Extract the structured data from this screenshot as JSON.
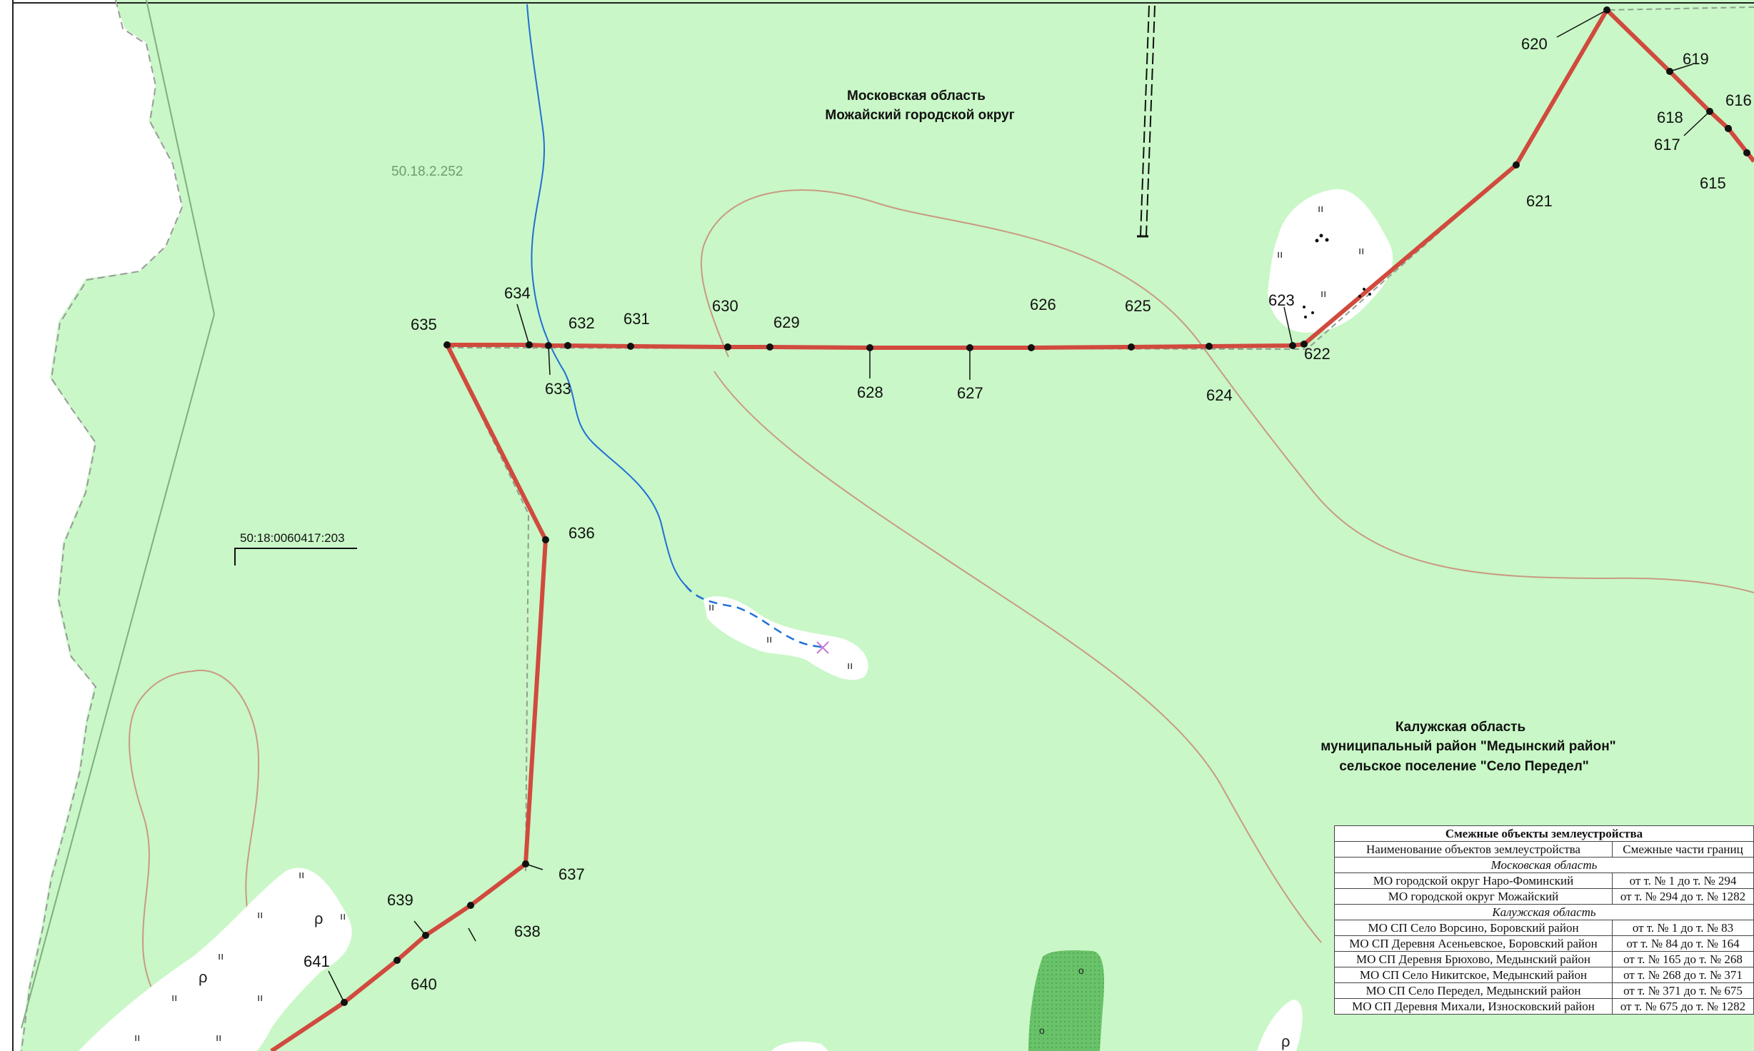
{
  "colors": {
    "background": "#c9f7c7",
    "clearing": "#ffffff",
    "boundary": "#d14a3e",
    "stream": "#1f6fd6",
    "contour": "#c99a82",
    "parcel_line": "#9a9a9a",
    "green_patch": "#6ac26a"
  },
  "labels": {
    "zone_code": "50.18.2.252",
    "parcel_number": "50:18:0060417:203",
    "moscow_region": {
      "line1": "Московская область",
      "line2": "Можайский городской округ"
    },
    "kaluga_region": {
      "line1": "Калужская область",
      "line2": "муниципальный район \"Медынский район\"",
      "line3": "сельское поселение \"Село Передел\""
    }
  },
  "boundary_points": [
    {
      "id": "615",
      "label": "615"
    },
    {
      "id": "616",
      "label": "616"
    },
    {
      "id": "617",
      "label": "617"
    },
    {
      "id": "618",
      "label": "618"
    },
    {
      "id": "619",
      "label": "619"
    },
    {
      "id": "620",
      "label": "620"
    },
    {
      "id": "621",
      "label": "621"
    },
    {
      "id": "622",
      "label": "622"
    },
    {
      "id": "623",
      "label": "623"
    },
    {
      "id": "624",
      "label": "624"
    },
    {
      "id": "625",
      "label": "625"
    },
    {
      "id": "626",
      "label": "626"
    },
    {
      "id": "627",
      "label": "627"
    },
    {
      "id": "628",
      "label": "628"
    },
    {
      "id": "629",
      "label": "629"
    },
    {
      "id": "630",
      "label": "630"
    },
    {
      "id": "631",
      "label": "631"
    },
    {
      "id": "632",
      "label": "632"
    },
    {
      "id": "633",
      "label": "633"
    },
    {
      "id": "634",
      "label": "634"
    },
    {
      "id": "635",
      "label": "635"
    },
    {
      "id": "636",
      "label": "636"
    },
    {
      "id": "637",
      "label": "637"
    },
    {
      "id": "638",
      "label": "638"
    },
    {
      "id": "639",
      "label": "639"
    },
    {
      "id": "640",
      "label": "640"
    },
    {
      "id": "641",
      "label": "641"
    }
  ],
  "icons": {
    "meadow_symbol": "meadow-symbol-icon",
    "shrub_symbol": "shrub-symbol-icon",
    "spring_marker": "spring-cross-icon"
  },
  "map_symbols": {
    "meadow": "ıı",
    "shrub": "ρ",
    "circle": "o"
  },
  "table": {
    "title": "Смежные объекты землеустройства",
    "headers": [
      "Наименование объектов землеустройства",
      "Смежные части границ"
    ],
    "groups": [
      {
        "name": "Московская область",
        "rows": [
          [
            "МО городской округ Наро-Фоминский",
            "от т. № 1 до т. № 294"
          ],
          [
            "МО городской округ Можайский",
            "от т. № 294 до т. № 1282"
          ]
        ]
      },
      {
        "name": "Калужская область",
        "rows": [
          [
            "МО СП Село Ворсино, Боровский район",
            "от т. № 1 до т. № 83"
          ],
          [
            "МО СП Деревня Асеньевское, Боровский район",
            "от т. № 84 до т. № 164"
          ],
          [
            "МО СП Деревня Брюхово, Медынский район",
            "от т. № 165 до т. № 268"
          ],
          [
            "МО СП Село Никитское, Медынский район",
            "от т. № 268 до т. № 371"
          ],
          [
            "МО СП Село Передел, Медынский район",
            "от т. № 371 до т. № 675"
          ],
          [
            "МО СП Деревня Михали, Износковский район",
            "от т. № 675 до т. № 1282"
          ]
        ]
      }
    ]
  }
}
